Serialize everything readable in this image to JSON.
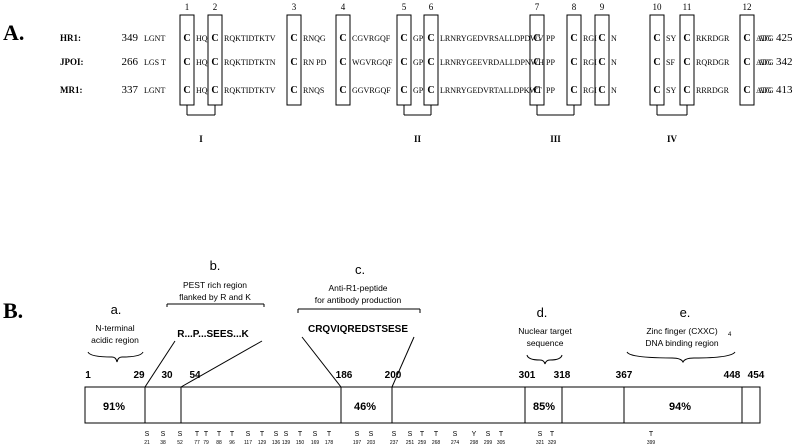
{
  "panelA": {
    "label": "A.",
    "column_numbers": [
      "1",
      "2",
      "3",
      "4",
      "5",
      "6",
      "7",
      "8",
      "9",
      "10",
      "11",
      "12"
    ],
    "rows": [
      {
        "name": "HR1:",
        "start": "349",
        "end": "425",
        "segs": [
          "LGNT",
          "C",
          "HQ",
          "C",
          "RQKTIDTKTV",
          "C",
          "RNQG",
          "C",
          "CGVRGQF",
          "C",
          "GP",
          "C",
          "LRNRYGEDVRSALLDPDWV",
          "C",
          "PP",
          "C",
          "RGI",
          "C",
          "N",
          "C",
          "SY",
          "C",
          "RKRDGR",
          "C",
          "ATG"
        ]
      },
      {
        "name": "JPOI:",
        "start": "266",
        "end": "342",
        "segs": [
          "LGS T",
          "C",
          "HQ",
          "C",
          "RQKTIDTKTN",
          "C",
          "RN PD",
          "C",
          "WGVRGQF",
          "C",
          "GP",
          "C",
          "LRNRYGEEVRDALLDPNWH",
          "C",
          "PP",
          "C",
          "RGI",
          "C",
          "N",
          "C",
          "SF",
          "C",
          "RQRDGR",
          "C",
          "ATG"
        ]
      },
      {
        "name": "MR1:",
        "start": "337",
        "end": "413",
        "segs": [
          "LGNT",
          "C",
          "HQ",
          "C",
          "RQKTIDTKTV",
          "C",
          "RNQS",
          "C",
          "GGVRGQF",
          "C",
          "GP",
          "C",
          "LRNRYGEDVRTALLDPKWT",
          "C",
          "PP",
          "C",
          "RGI",
          "C",
          "N",
          "C",
          "SY",
          "C",
          "RRRDGR",
          "C",
          "ATG"
        ]
      }
    ],
    "groups": [
      "I",
      "II",
      "III",
      "IV"
    ]
  },
  "panelB": {
    "label": "B.",
    "regions": [
      {
        "letter": "a.",
        "text": [
          "N-terminal",
          "acidic region"
        ]
      },
      {
        "letter": "b.",
        "text": [
          "PEST rich region",
          "flanked by R and K"
        ],
        "seq": "R...P...SEES...K"
      },
      {
        "letter": "c.",
        "text": [
          "Anti-R1-peptide",
          "for antibody production"
        ],
        "seq": "CRQVIQREDSTSESE"
      },
      {
        "letter": "d.",
        "text": [
          "Nuclear target",
          "sequence"
        ]
      },
      {
        "letter": "e.",
        "text": [
          "Zinc finger (CXXC)",
          "DNA binding region"
        ],
        "sub": "4"
      }
    ],
    "positions": [
      "1",
      "29",
      "30",
      "54",
      "186",
      "200",
      "301",
      "318",
      "367",
      "448",
      "454"
    ],
    "percents": [
      "91%",
      "46%",
      "85%",
      "94%"
    ],
    "sites": [
      {
        "aa": "S",
        "pos": "21"
      },
      {
        "aa": "S",
        "pos": "38"
      },
      {
        "aa": "S",
        "pos": "52"
      },
      {
        "aa": "T",
        "pos": "77"
      },
      {
        "aa": "T",
        "pos": "79"
      },
      {
        "aa": "T",
        "pos": "88"
      },
      {
        "aa": "T",
        "pos": "96"
      },
      {
        "aa": "S",
        "pos": "117"
      },
      {
        "aa": "T",
        "pos": "129"
      },
      {
        "aa": "S",
        "pos": "136"
      },
      {
        "aa": "S",
        "pos": "139"
      },
      {
        "aa": "T",
        "pos": "150"
      },
      {
        "aa": "S",
        "pos": "169"
      },
      {
        "aa": "T",
        "pos": "178"
      },
      {
        "aa": "S",
        "pos": "197"
      },
      {
        "aa": "S",
        "pos": "203"
      },
      {
        "aa": "S",
        "pos": "237"
      },
      {
        "aa": "S",
        "pos": "251"
      },
      {
        "aa": "T",
        "pos": "259"
      },
      {
        "aa": "T",
        "pos": "268"
      },
      {
        "aa": "S",
        "pos": "274"
      },
      {
        "aa": "Y",
        "pos": "298"
      },
      {
        "aa": "S",
        "pos": "299"
      },
      {
        "aa": "T",
        "pos": "305"
      },
      {
        "aa": "S",
        "pos": "321"
      },
      {
        "aa": "T",
        "pos": "329"
      },
      {
        "aa": "T",
        "pos": "399"
      }
    ]
  }
}
